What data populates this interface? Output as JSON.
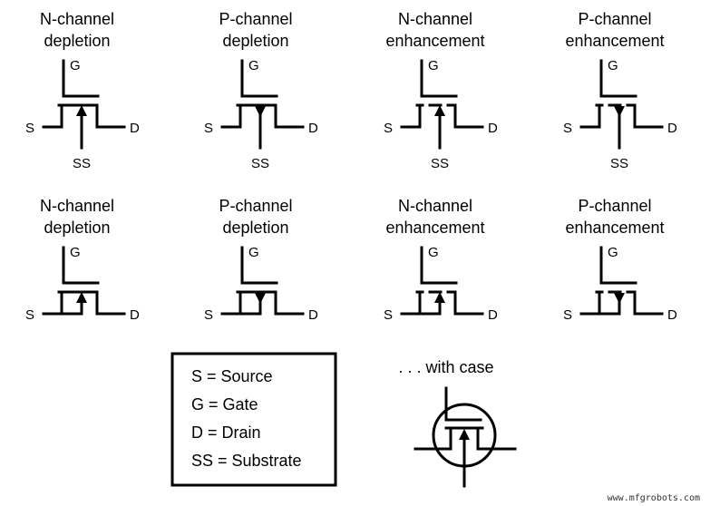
{
  "symbols": [
    {
      "title1": "N-channel",
      "title2": "depletion",
      "s": "S",
      "g": "G",
      "d": "D",
      "ss": "SS",
      "arrow": "in",
      "channel": "solid"
    },
    {
      "title1": "P-channel",
      "title2": "depletion",
      "s": "S",
      "g": "G",
      "d": "D",
      "ss": "SS",
      "arrow": "out",
      "channel": "solid"
    },
    {
      "title1": "N-channel",
      "title2": "enhancement",
      "s": "S",
      "g": "G",
      "d": "D",
      "ss": "SS",
      "arrow": "in",
      "channel": "broken"
    },
    {
      "title1": "P-channel",
      "title2": "enhancement",
      "s": "S",
      "g": "G",
      "d": "D",
      "ss": "SS",
      "arrow": "out",
      "channel": "broken"
    },
    {
      "title1": "N-channel",
      "title2": "depletion",
      "s": "S",
      "g": "G",
      "d": "D",
      "arrow": "in",
      "channel": "solid"
    },
    {
      "title1": "P-channel",
      "title2": "depletion",
      "s": "S",
      "g": "G",
      "d": "D",
      "arrow": "out",
      "channel": "solid"
    },
    {
      "title1": "N-channel",
      "title2": "enhancement",
      "s": "S",
      "g": "G",
      "d": "D",
      "arrow": "in",
      "channel": "broken"
    },
    {
      "title1": "P-channel",
      "title2": "enhancement",
      "s": "S",
      "g": "G",
      "d": "D",
      "arrow": "out",
      "channel": "broken"
    }
  ],
  "legend": {
    "lines": [
      "S = Source",
      "G = Gate",
      "D = Drain",
      "SS = Substrate"
    ]
  },
  "case_symbol": {
    "caption": ". . . with case"
  },
  "watermark": "www.mfgrobots.com"
}
